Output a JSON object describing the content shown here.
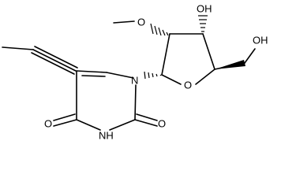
{
  "molecule": {
    "labels": {
      "o_methoxy": "O",
      "oh_3": "OH",
      "oh_5": "OH",
      "o_ring": "O",
      "n1": "N",
      "o_c2": "O",
      "nh3": "NH",
      "o_c4": "O"
    }
  }
}
